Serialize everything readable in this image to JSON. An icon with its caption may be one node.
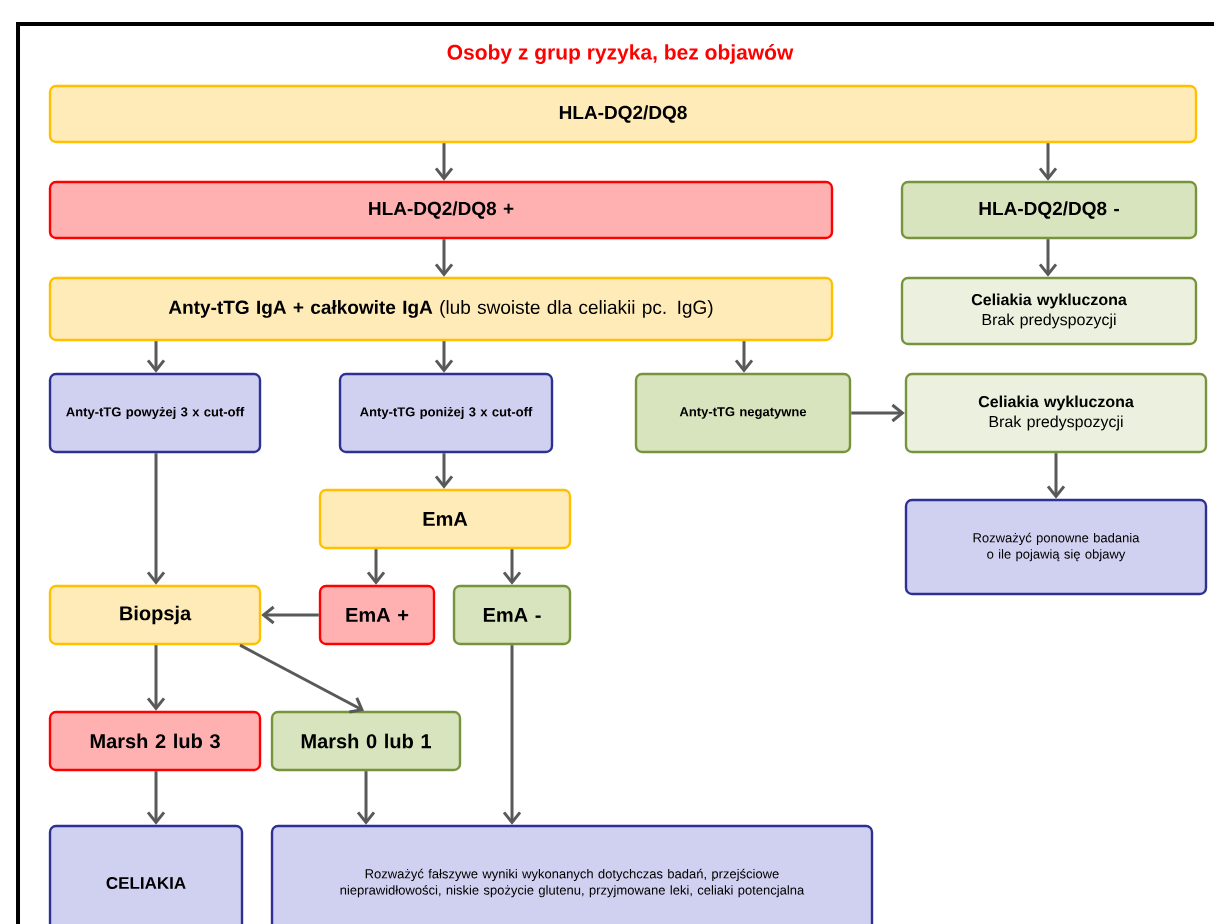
{
  "diagram": {
    "title": "Osoby z grup ryzyka, bez objawów",
    "nodes": [
      {
        "text": [
          "HLA-DQ2/DQ8"
        ]
      },
      {
        "text": [
          "HLA-DQ2/DQ8 +"
        ]
      },
      {
        "text": [
          "HLA-DQ2/DQ8 -"
        ]
      },
      {
        "text": [
          "**Anty-tTG IgA + całkowite IgA** (lub swoiste dla celiakii pc. IgG)"
        ]
      },
      {
        "text": [
          "Celiakia wykluczona",
          "Brak predyspozycji"
        ]
      },
      {
        "text": [
          "Anty-tTG powyżej 3 x cut-off"
        ]
      },
      {
        "text": [
          "Anty-tTG poniżej 3 x cut-off"
        ]
      },
      {
        "text": [
          "Anty-tTG negatywne"
        ]
      },
      {
        "text": [
          "Celiakia wykluczona",
          "Brak predyspozycji"
        ]
      },
      {
        "text": [
          "Rozważyć ponowne badania o ile pojawią się objawy"
        ]
      },
      {
        "text": [
          "EmA"
        ]
      },
      {
        "text": [
          "Biopsja"
        ]
      },
      {
        "text": [
          "EmA +"
        ]
      },
      {
        "text": [
          "EmA -"
        ]
      },
      {
        "text": [
          "Marsh 2 lub 3"
        ]
      },
      {
        "text": [
          "Marsh 0 lub 1"
        ]
      },
      {
        "text": [
          "CELIAKIA"
        ]
      },
      {
        "text": [
          "Rozważyć fałszywe wyniki wykonanych dotychczas badań, przejściowe nieprawidłowości, niskie spożycie glutenu, przyjmowane leki, celiaki potencjalna"
        ]
      }
    ],
    "edges": [
      {
        "from": 0,
        "to": 1,
        "arrow": "to"
      },
      {
        "from": 0,
        "to": 2,
        "arrow": "to"
      },
      {
        "from": 1,
        "to": 3,
        "arrow": "to"
      },
      {
        "from": 2,
        "to": 4,
        "arrow": "to"
      },
      {
        "from": 3,
        "to": 5,
        "arrow": "to"
      },
      {
        "from": 3,
        "to": 6,
        "arrow": "to"
      },
      {
        "from": 3,
        "to": 7,
        "arrow": "to"
      },
      {
        "from": 7,
        "to": 8,
        "arrow": "to"
      },
      {
        "from": 8,
        "to": 9,
        "arrow": "to"
      },
      {
        "from": 6,
        "to": 10,
        "arrow": "to"
      },
      {
        "from": 5,
        "to": 11,
        "arrow": "to"
      },
      {
        "from": 10,
        "to": 12,
        "arrow": "to"
      },
      {
        "from": 10,
        "to": 13,
        "arrow": "to"
      },
      {
        "from": 12,
        "to": 11,
        "arrow": "to"
      },
      {
        "from": 11,
        "to": 14,
        "arrow": "to"
      },
      {
        "from": 11,
        "to": 15,
        "arrow": "to"
      },
      {
        "from": 13,
        "to": 17,
        "arrow": "to"
      },
      {
        "from": 14,
        "to": 16,
        "arrow": "to"
      },
      {
        "from": 15,
        "to": 17,
        "arrow": "to"
      }
    ]
  }
}
